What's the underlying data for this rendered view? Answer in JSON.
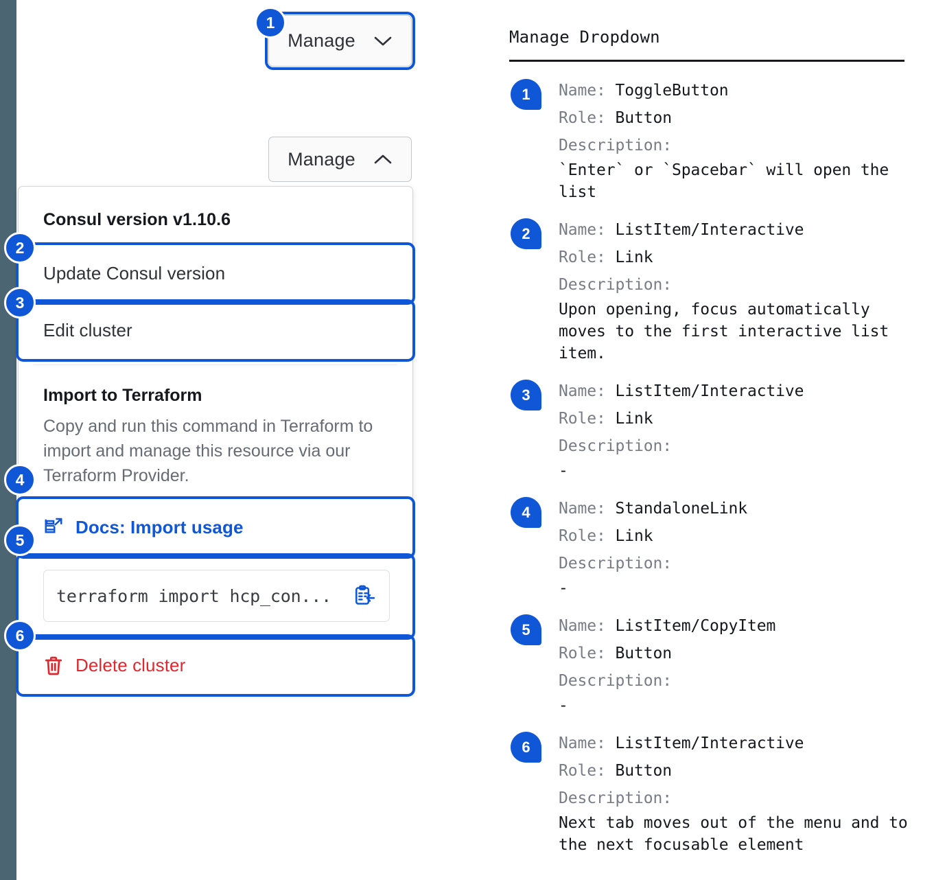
{
  "colors": {
    "accent_blue": "#1057d8",
    "danger_red": "#e0282e",
    "side_strip": "#4c6572",
    "muted_text": "#676b73"
  },
  "side_strip": {
    "name": "left-rail"
  },
  "mock": {
    "toggle_button_focused": {
      "label": "Manage",
      "icon": "chevron-down-icon",
      "marker": "1"
    },
    "toggle_button_open": {
      "label": "Manage",
      "icon": "chevron-up-icon"
    },
    "menu": {
      "heading": "Consul version v1.10.6",
      "items": [
        {
          "marker": "2",
          "label": "Update Consul version"
        },
        {
          "marker": "3",
          "label": "Edit cluster"
        }
      ],
      "terraform": {
        "title": "Import to Terraform",
        "body": "Copy and run this command in Terraform to import and manage this resource via our Terraform Provider.",
        "docs_link": {
          "marker": "4",
          "label": "Docs: Import usage",
          "icon": "docs-external-link-icon"
        },
        "command": {
          "marker": "5",
          "text": "terraform import hcp_con...",
          "copy_icon": "clipboard-copy-icon"
        }
      },
      "delete": {
        "marker": "6",
        "label": "Delete cluster",
        "icon": "trash-icon"
      }
    }
  },
  "legend": {
    "title": "Manage Dropdown",
    "labels": {
      "name": "Name:",
      "role": "Role:",
      "description": "Description:"
    },
    "entries": [
      {
        "badge": "1",
        "name": "ToggleButton",
        "role": "Button",
        "description": "`Enter` or `Spacebar` will open\nthe list"
      },
      {
        "badge": "2",
        "name": "ListItem/Interactive",
        "role": "Link",
        "description": "Upon opening, focus automatically\nmoves to the first interactive\nlist item."
      },
      {
        "badge": "3",
        "name": "ListItem/Interactive",
        "role": "Link",
        "description": "-"
      },
      {
        "badge": "4",
        "name": "StandaloneLink",
        "role": "Link",
        "description": "-"
      },
      {
        "badge": "5",
        "name": "ListItem/CopyItem",
        "role": "Button",
        "description": "-"
      },
      {
        "badge": "6",
        "name": "ListItem/Interactive",
        "role": "Button",
        "description": "Next tab moves out of the menu and\nto the next focusable element"
      }
    ]
  }
}
